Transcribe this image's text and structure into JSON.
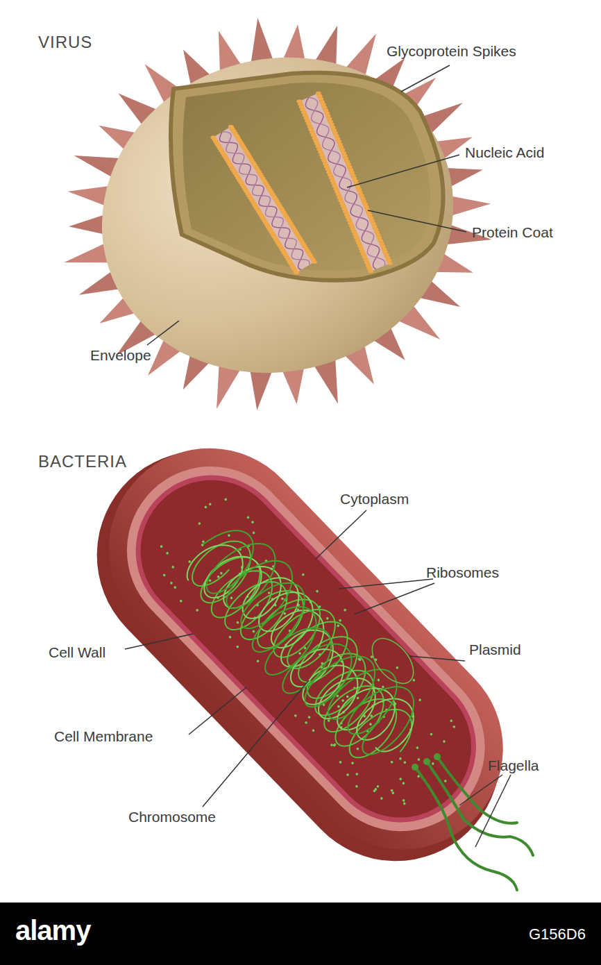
{
  "diagram": {
    "labels": [
      "VIRUS",
      "Glycoprotein Spikes",
      "Nucleic Acid",
      "Protein Coat",
      "Envelope",
      "BACTERIA",
      "Cytoplasm",
      "Ribosomes",
      "Plasmid",
      "Cell Wall",
      "Cell Membrane",
      "Chromosome",
      "Flagella",
      "alamy",
      "G156D6"
    ]
  }
}
